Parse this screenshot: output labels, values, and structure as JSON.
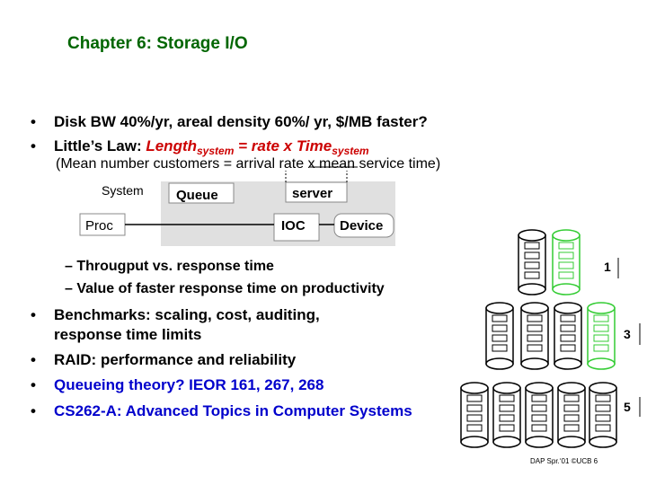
{
  "title": "Chapter 6: Storage I/O",
  "bullets": {
    "b1": "Disk BW 40%/yr, areal density 60%/ yr, $/MB faster?",
    "b2_prefix": "Little’s Law:",
    "b2_length": "Length",
    "b2_sub1": "system",
    "b2_eq": "= rate x Time",
    "b2_sub2": "system",
    "b2_note": "(Mean number customers = arrival rate x mean service time)",
    "s1": "Througput vs. response time",
    "s2": "Value of faster response time on productivity",
    "b3_line1": "Benchmarks: scaling, cost, auditing,",
    "b3_line2": "response time limits",
    "b4": "RAID: performance and reliability",
    "b5": "Queueing theory? IEOR 161, 267, 268",
    "b6": "CS262-A: Advanced Topics in Computer Systems",
    "dash": "–",
    "dot": "•"
  },
  "diagram": {
    "system": "System",
    "queue": "Queue",
    "server": "server",
    "proc": "Proc",
    "ioc": "IOC",
    "device": "Device"
  },
  "raid": {
    "label1": "1",
    "label3": "3",
    "label5": "5"
  },
  "footer": "DAP Spr.‘01 ©UCB 6",
  "colors": {
    "title": "#006600",
    "emphasis": "#cc0000",
    "highlight": "#0000cc",
    "parity_disk": "#33cc33"
  }
}
